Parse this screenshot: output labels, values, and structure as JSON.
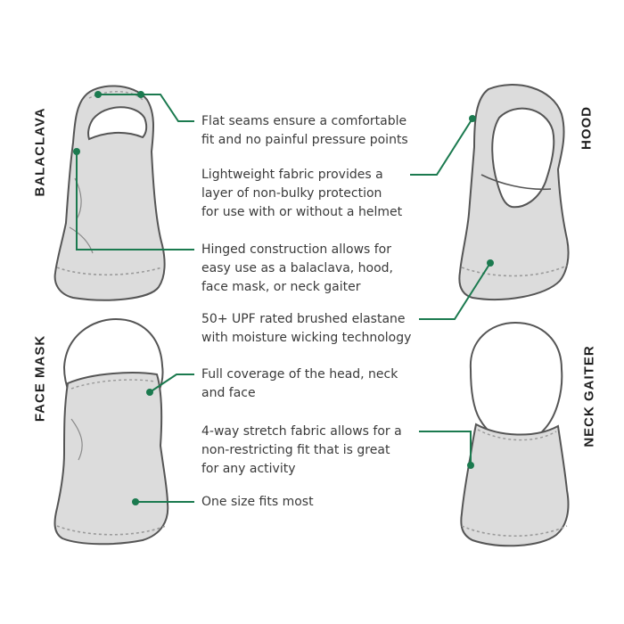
{
  "views": {
    "balaclava": "BALACLAVA",
    "hood": "HOOD",
    "face_mask": "FACE MASK",
    "neck_gaiter": "NECK GAITER"
  },
  "features": [
    {
      "lines": [
        "Flat seams ensure a comfortable",
        "fit and no painful pressure points"
      ]
    },
    {
      "lines": [
        "Lightweight fabric provides a",
        "layer of non-bulky protection",
        "for use with or without a helmet"
      ]
    },
    {
      "lines": [
        "Hinged construction allows for",
        "easy use as a balaclava, hood,",
        "face mask, or neck gaiter"
      ]
    },
    {
      "lines": [
        "50+ UPF rated brushed elastane",
        "with moisture wicking technology"
      ]
    },
    {
      "lines": [
        "Full coverage of the head, neck",
        "and face"
      ]
    },
    {
      "lines": [
        "4-way stretch fabric allows for a",
        "non-restricting fit that is great",
        "for any activity"
      ]
    },
    {
      "lines": [
        "One size fits most"
      ]
    }
  ],
  "colors": {
    "callout": "#1b7a4f",
    "fabric": "#dcdcdc",
    "outline": "#555555",
    "seam": "#9a9a9a",
    "text": "#3a3a3a"
  }
}
